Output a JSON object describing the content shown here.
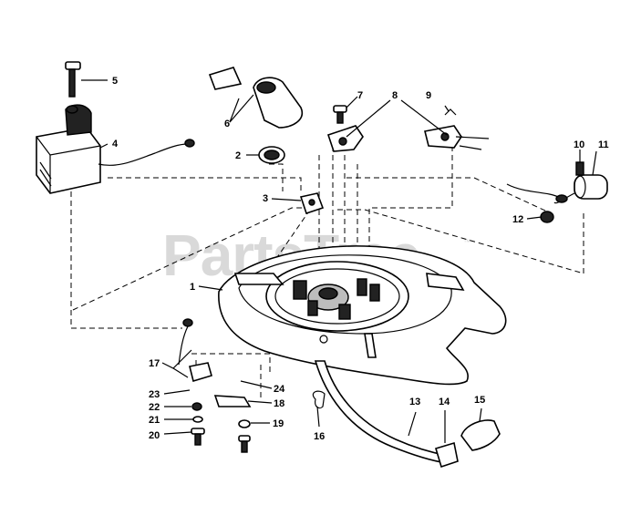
{
  "watermark": {
    "text": "PartsTree",
    "trademark": "™"
  },
  "callouts": {
    "c1": "1",
    "c2": "2",
    "c3": "3",
    "c4": "4",
    "c5": "5",
    "c6": "6",
    "c7": "7",
    "c8": "8",
    "c9": "9",
    "c10": "10",
    "c11": "11",
    "c12": "12",
    "c13": "13",
    "c14": "14",
    "c15": "15",
    "c16": "16",
    "c17": "17",
    "c18": "18",
    "c19": "19",
    "c20": "20",
    "c21": "21",
    "c22": "22",
    "c23": "23",
    "c24": "24"
  }
}
